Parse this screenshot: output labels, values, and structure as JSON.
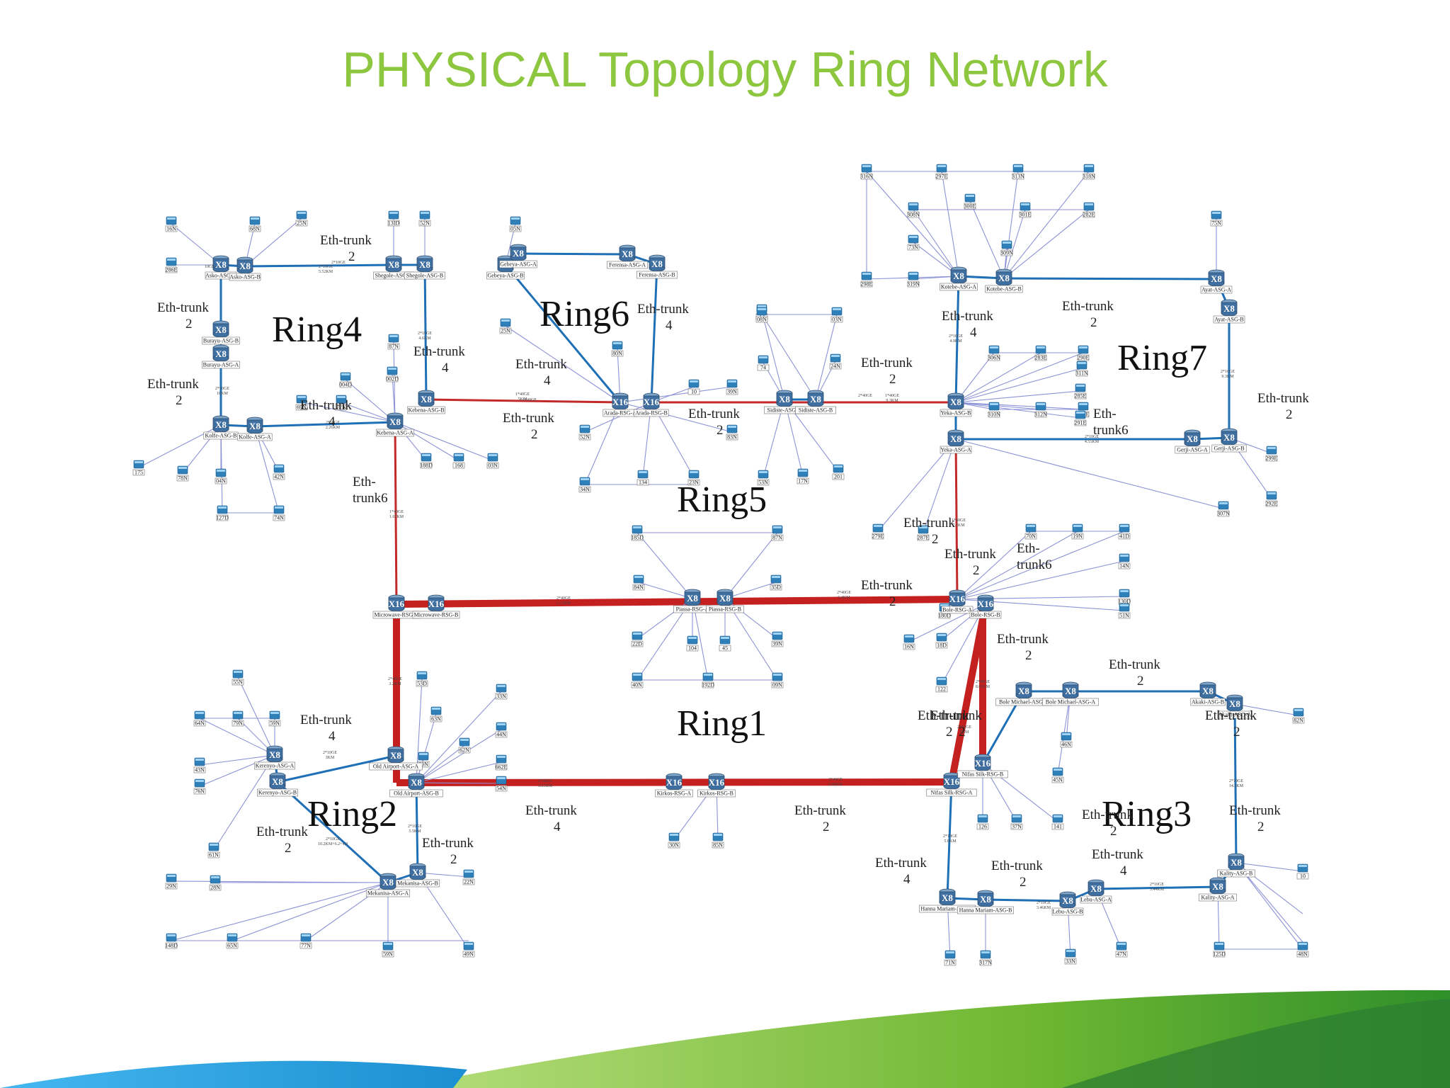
{
  "title": "PHYSICAL Topology Ring Network",
  "colors": {
    "title": "#8dc63f",
    "core_ring": "#c42020",
    "access_trunk": "#1e6fb5",
    "small_link": "#8d93d6",
    "router": "#3f6fa0",
    "switch": "#2f7fb8",
    "footer_green": "#6fb733",
    "footer_blue": "#1b8fd1"
  },
  "rings": [
    {
      "id": "ring1",
      "label": "Ring1"
    },
    {
      "id": "ring2",
      "label": "Ring2"
    },
    {
      "id": "ring3",
      "label": "Ring3"
    },
    {
      "id": "ring4",
      "label": "Ring4"
    },
    {
      "id": "ring5",
      "label": "Ring5"
    },
    {
      "id": "ring6",
      "label": "Ring6"
    },
    {
      "id": "ring7",
      "label": "Ring7"
    }
  ],
  "trunks": [
    {
      "l1": "Eth-trunk",
      "l2": "2"
    },
    {
      "l1": "Eth-trunk",
      "l2": "2"
    },
    {
      "l1": "Eth-trunk",
      "l2": "2"
    },
    {
      "l1": "Eth-trunk",
      "l2": "4"
    },
    {
      "l1": "Eth-",
      "l2": "trunk6"
    },
    {
      "l1": "Eth-trunk",
      "l2": "4"
    },
    {
      "l1": "Eth-trunk",
      "l2": "4"
    },
    {
      "l1": "Eth-trunk",
      "l2": "4"
    },
    {
      "l1": "Eth-trunk",
      "l2": "2"
    },
    {
      "l1": "Eth-trunk",
      "l2": "2"
    },
    {
      "l1": "Eth-trunk",
      "l2": "2"
    },
    {
      "l1": "Eth-trunk",
      "l2": "4"
    },
    {
      "l1": "Eth-trunk",
      "l2": "2"
    },
    {
      "l1": "Eth-",
      "l2": "trunk6"
    },
    {
      "l1": "Eth-trunk",
      "l2": "2"
    },
    {
      "l1": "Eth-trunk",
      "l2": "2"
    },
    {
      "l1": "Eth-trunk",
      "l2": "2"
    },
    {
      "l1": "Eth-",
      "l2": "trunk6"
    },
    {
      "l1": "Eth-trunk",
      "l2": "2"
    },
    {
      "l1": "Eth-trunk",
      "l2": "2"
    },
    {
      "l1": "Eth-trunk",
      "l2": "4"
    },
    {
      "l1": "Eth-trunk",
      "l2": "2"
    },
    {
      "l1": "Eth-trunk",
      "l2": "2"
    },
    {
      "l1": "Eth-trunk",
      "l2": "4"
    },
    {
      "l1": "Eth-trunk",
      "l2": "2"
    },
    {
      "l1": "Eth-trunk",
      "l2": "4"
    },
    {
      "l1": "Eth-trunk",
      "l2": "2"
    },
    {
      "l1": "Eth-trunk",
      "l2": "4"
    },
    {
      "l1": "Eth-trunk",
      "l2": "2"
    },
    {
      "l1": "Eth-trunk",
      "l2": "2"
    },
    {
      "l1": "Eth-trunk",
      "l2": "2"
    },
    {
      "l1": "Eth-trunk",
      "l2": "2"
    },
    {
      "l1": "Eth-trunk",
      "l2": "2"
    },
    {
      "l1": "Eth-trunk",
      "l2": "2"
    }
  ],
  "routers": [
    {
      "type": "X16",
      "label": "Microwave-RSG-A"
    },
    {
      "type": "X16",
      "label": "Microwave-RSG-B"
    },
    {
      "type": "X8",
      "label": "Piassa-RSG-A"
    },
    {
      "type": "X8",
      "label": "Piassa-RSG-B"
    },
    {
      "type": "X16",
      "label": "Bole-RSG-A"
    },
    {
      "type": "X16",
      "label": "Bole-RSG-B"
    },
    {
      "type": "X8",
      "label": "Old Airport-ASG-A"
    },
    {
      "type": "X8",
      "label": "Old Airport-ASG-B"
    },
    {
      "type": "X16",
      "label": "Kirkos-RSG-A"
    },
    {
      "type": "X16",
      "label": "Kirkos-RSG-B"
    },
    {
      "type": "X16",
      "label": "Nifas Silk-RSG-A"
    },
    {
      "type": "X16",
      "label": "Nifas Silk-RSG-B"
    },
    {
      "type": "X8",
      "label": "Asko-ASG-A"
    },
    {
      "type": "X8",
      "label": "Asko-ASG-B"
    },
    {
      "type": "X8",
      "label": "Shegole-ASG-A"
    },
    {
      "type": "X8",
      "label": "Shegole-ASG-B"
    },
    {
      "type": "X8",
      "label": "Burayu-ASG-B"
    },
    {
      "type": "X8",
      "label": "Burayu-ASG-A"
    },
    {
      "type": "X8",
      "label": "Kolfe-ASG-B"
    },
    {
      "type": "X8",
      "label": "Kolfe-ASG-A"
    },
    {
      "type": "X8",
      "label": "Kebena-ASG-A"
    },
    {
      "type": "X8",
      "label": "Kebena-ASG-B"
    },
    {
      "type": "X8",
      "label": "Gebeya-ASG-B"
    },
    {
      "type": "X8",
      "label": "Gebeya-ASG-A"
    },
    {
      "type": "X8",
      "label": "Ferensa-ASG-A"
    },
    {
      "type": "X8",
      "label": "Ferensa-ASG-B"
    },
    {
      "type": "X16",
      "label": "Arada-RSG-A"
    },
    {
      "type": "X16",
      "label": "Arada-RSG-B"
    },
    {
      "type": "X8",
      "label": "Sidiste-ASG-A"
    },
    {
      "type": "X8",
      "label": "Sidiste-ASG-B"
    },
    {
      "type": "X8",
      "label": "Kotebe-ASG-A"
    },
    {
      "type": "X8",
      "label": "Kotebe-ASG-B"
    },
    {
      "type": "X8",
      "label": "Ayat-ASG-A"
    },
    {
      "type": "X8",
      "label": "Ayat-ASG-B"
    },
    {
      "type": "X8",
      "label": "Yeka-ASG-B"
    },
    {
      "type": "X8",
      "label": "Yeka-ASG-A"
    },
    {
      "type": "X8",
      "label": "Gerji-ASG-A"
    },
    {
      "type": "X8",
      "label": "Gerji-ASG-B"
    },
    {
      "type": "X8",
      "label": "Kerenyo-ASG-A"
    },
    {
      "type": "X8",
      "label": "Kerenyo-ASG-B"
    },
    {
      "type": "X8",
      "label": "Mekanisa-ASG-A"
    },
    {
      "type": "X8",
      "label": "Mekanisa-ASG-B"
    },
    {
      "type": "X8",
      "label": "Bole Michael-ASG-B"
    },
    {
      "type": "X8",
      "label": "Bole Michael-ASG-A"
    },
    {
      "type": "X8",
      "label": "Akaki-ASG-B"
    },
    {
      "type": "X8",
      "label": "Akaki-ASG-A"
    },
    {
      "type": "X8",
      "label": "Kality-ASG-B"
    },
    {
      "type": "X8",
      "label": "Kality-ASG-A"
    },
    {
      "type": "X8",
      "label": "Lebu-ASG-B"
    },
    {
      "type": "X8",
      "label": "Lebu-ASG-A"
    },
    {
      "type": "X8",
      "label": "Hanna Mariam-ASG-A"
    },
    {
      "type": "X8",
      "label": "Hanna Mariam-ASG-B"
    }
  ],
  "switches": [
    "16N",
    "286E",
    "68N",
    "25N",
    "13ID",
    "52N",
    "05N",
    "25N",
    "80N",
    "10",
    "74",
    "12",
    "08N",
    "03N",
    "24N",
    "39N",
    "83N",
    "17N",
    "201",
    "53N",
    "34N",
    "134",
    "23N",
    "52N",
    "004D",
    "002D",
    "87N",
    "69N",
    "72N",
    "188D",
    "168",
    "03N",
    "175",
    "78N",
    "04N",
    "42N",
    "127D",
    "74N",
    "316N",
    "297E",
    "313N",
    "318N",
    "308N",
    "300E",
    "301E",
    "282E",
    "309N",
    "73N",
    "298E",
    "319N",
    "75N",
    "306N",
    "283E",
    "290E",
    "310N",
    "312N",
    "295E",
    "311N",
    "285E",
    "291E",
    "279E",
    "287E",
    "307N",
    "299E",
    "292E",
    "185D",
    "87N",
    "84N",
    "35D",
    "22D",
    "104",
    "45",
    "39N",
    "40N",
    "192D",
    "09N",
    "70N",
    "19N",
    "41D",
    "14N",
    "130D",
    "51N",
    "180D",
    "16N",
    "18D",
    "122",
    "82N",
    "46N",
    "45N",
    "126",
    "37N",
    "141",
    "55N",
    "64N",
    "79N",
    "59N",
    "43N",
    "76N",
    "61N",
    "53D",
    "33N",
    "63N",
    "62N",
    "44N",
    "662E",
    "54N",
    "80N",
    "29N",
    "28N",
    "22N",
    "148D",
    "65N",
    "77N",
    "59N",
    "49N",
    "30N",
    "85N",
    "71N",
    "317N",
    "33N",
    "47N",
    "125D",
    "48N",
    "10"
  ],
  "link_speeds": [
    "10GE",
    "2*10GE",
    "1*40GE",
    "2*40GE",
    "2*10GE 4.6KM",
    "1*40GE 5KM",
    "2*10GE 5.52KM",
    "2*10GE 2.26KM",
    "1*40GE 1.67KM",
    "2*40GE 1.12KM",
    "2*40GE 6.4KM",
    "2*40GE 3.2KM",
    "2*40GE 3.03KM",
    "2*40GE 3.68KM",
    "2*40GE 8.01KM",
    "1*40GE 7.3KM",
    "2*10GE 4.55KM",
    "2*10GE 9.3KM",
    "2*10GE 5KM",
    "2*10GE 14.1KM",
    "2*10GE 3.44KM",
    "2*10GE 3.46KM",
    "2*10GE 5.6KM",
    "2*10GE 5.5KM",
    "2*10GE 10.2KM+6.2+4.0",
    "2*10GE 3KM",
    "2*10GE 4.9KM",
    "2*10GE 10KM",
    "1*40GE 9.3KM"
  ]
}
